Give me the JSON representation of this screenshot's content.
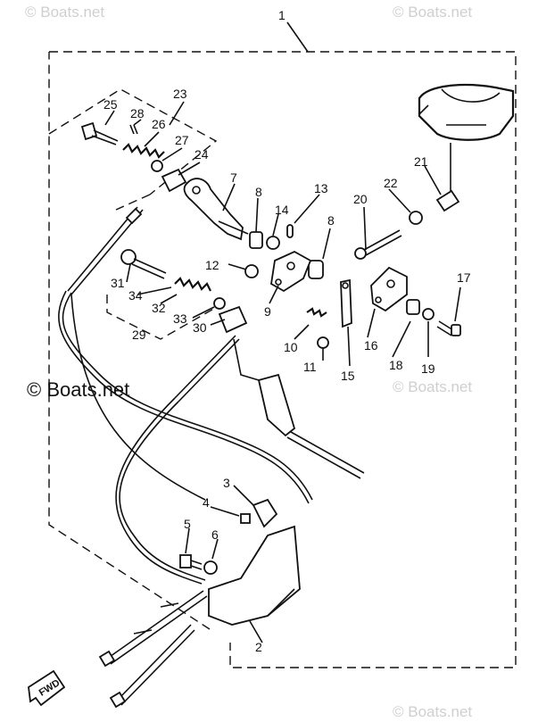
{
  "watermarks": {
    "top_left": "© Boats.net",
    "top_right": "© Boats.net",
    "middle_left": "© Boats.net",
    "middle_right": "© Boats.net",
    "bottom_right": "© Boats.net"
  },
  "fwd_label": "FWD",
  "part_labels": {
    "p1": "1",
    "p2": "2",
    "p3": "3",
    "p4": "4",
    "p5": "5",
    "p6": "6",
    "p7": "7",
    "p8a": "8",
    "p8b": "8",
    "p9": "9",
    "p10": "10",
    "p11": "11",
    "p12": "12",
    "p13": "13",
    "p14": "14",
    "p15": "15",
    "p16": "16",
    "p17": "17",
    "p18": "18",
    "p19": "19",
    "p20": "20",
    "p21": "21",
    "p22": "22",
    "p23": "23",
    "p24": "24",
    "p25": "25",
    "p26": "26",
    "p27": "27",
    "p28": "28",
    "p29": "29",
    "p30": "30",
    "p31": "31",
    "p32": "32",
    "p33": "33",
    "p34": "34"
  }
}
